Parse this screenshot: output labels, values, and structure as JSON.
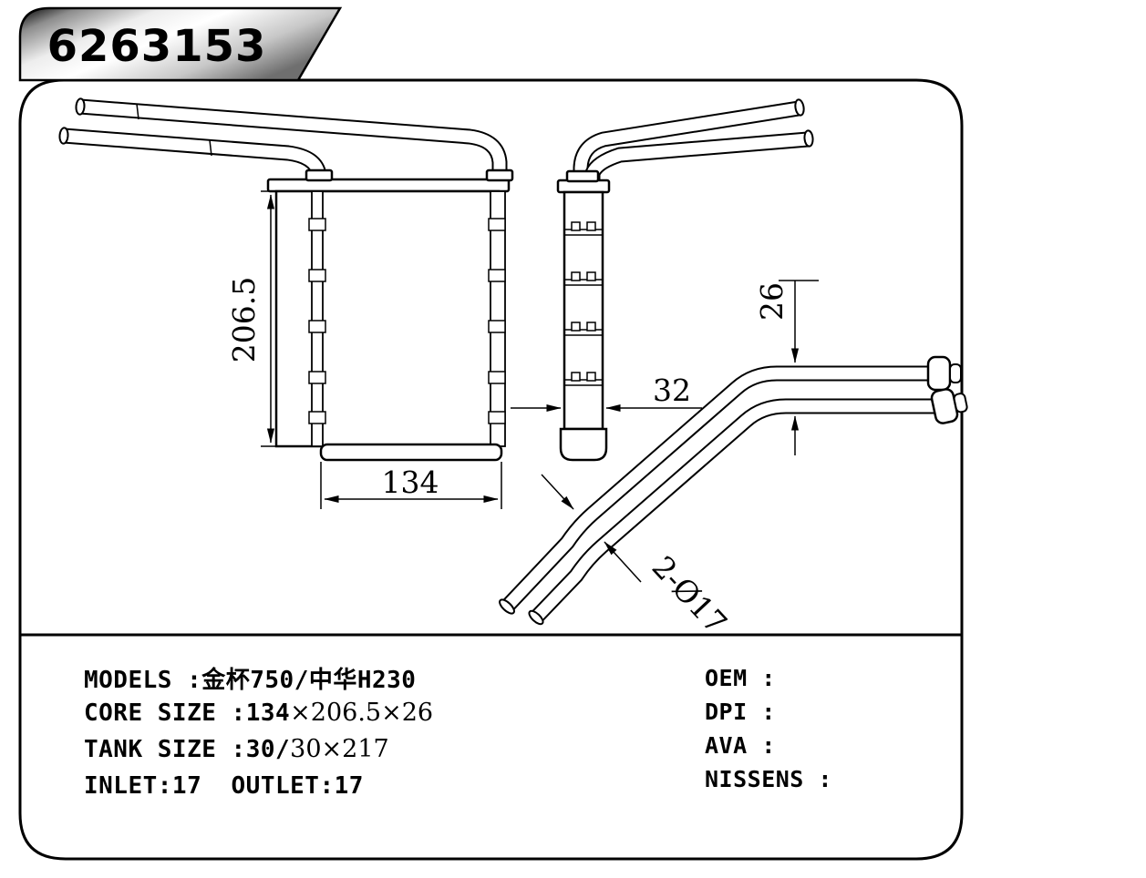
{
  "badge": {
    "part_number": "6263153"
  },
  "drawing": {
    "dims": {
      "core_height": "206.5",
      "core_width": "134",
      "core_depth": "32",
      "pipe_offset": "26",
      "pipe_spec": "2-Ø17"
    }
  },
  "specs": {
    "left": [
      {
        "label": "MODELS :",
        "value_bold": "金杯750/中华H230",
        "value_serif": ""
      },
      {
        "label": "CORE SIZE :",
        "value_bold": "134",
        "value_serif": "×206.5×26"
      },
      {
        "label": "TANK SIZE :",
        "value_bold": "30/",
        "value_serif": "30×217"
      },
      {
        "label": "INLET:17  OUTLET:17",
        "value_bold": "",
        "value_serif": ""
      }
    ],
    "right": [
      {
        "label": "OEM :"
      },
      {
        "label": "DPI :"
      },
      {
        "label": "AVA :"
      },
      {
        "label": "NISSENS :"
      }
    ]
  }
}
